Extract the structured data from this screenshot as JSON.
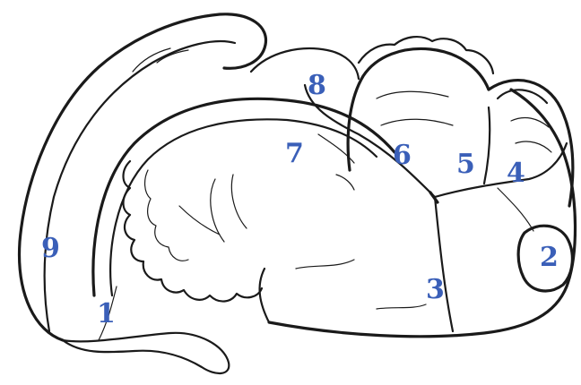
{
  "labels": {
    "l1": "1",
    "l2": "2",
    "l3": "3",
    "l4": "4",
    "l5": "5",
    "l6": "6",
    "l7": "7",
    "l8": "8",
    "l9": "9"
  },
  "colors": {
    "ink": "#1a1a1a",
    "label": "#3a5fb8",
    "background": "#ffffff"
  }
}
